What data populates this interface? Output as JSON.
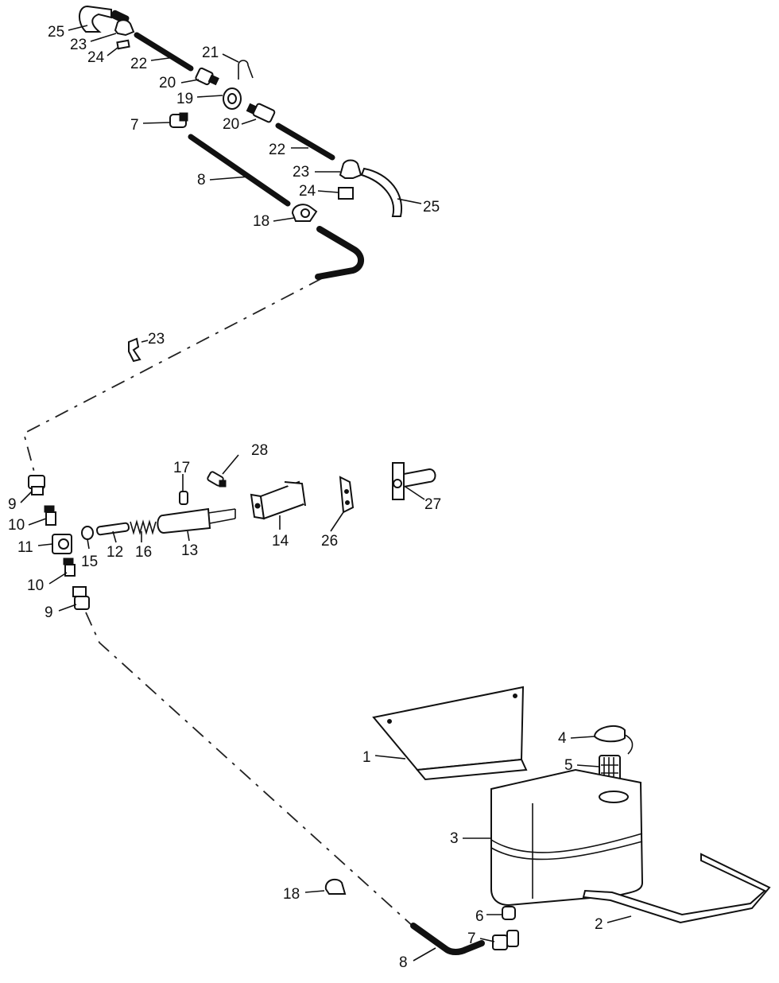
{
  "labels": {
    "l25a": "25",
    "l23a": "23",
    "l24a": "24",
    "l22a": "22",
    "l21": "21",
    "l20a": "20",
    "l19": "19",
    "l20b": "20",
    "l7a": "7",
    "l22b": "22",
    "l23b": "23",
    "l24b": "24",
    "l25b": "25",
    "l8a": "8",
    "l18a": "18",
    "l23c": "23",
    "l28": "28",
    "l17": "17",
    "l9a": "9",
    "l10a": "10",
    "l11": "11",
    "l15": "15",
    "l12": "12",
    "l16": "16",
    "l13": "13",
    "l14": "14",
    "l26": "26",
    "l27": "27",
    "l10b": "10",
    "l9b": "9",
    "l4": "4",
    "l5": "5",
    "l1": "1",
    "l3": "3",
    "l6": "6",
    "l7b": "7",
    "l2": "2",
    "l18b": "18",
    "l8b": "8"
  }
}
